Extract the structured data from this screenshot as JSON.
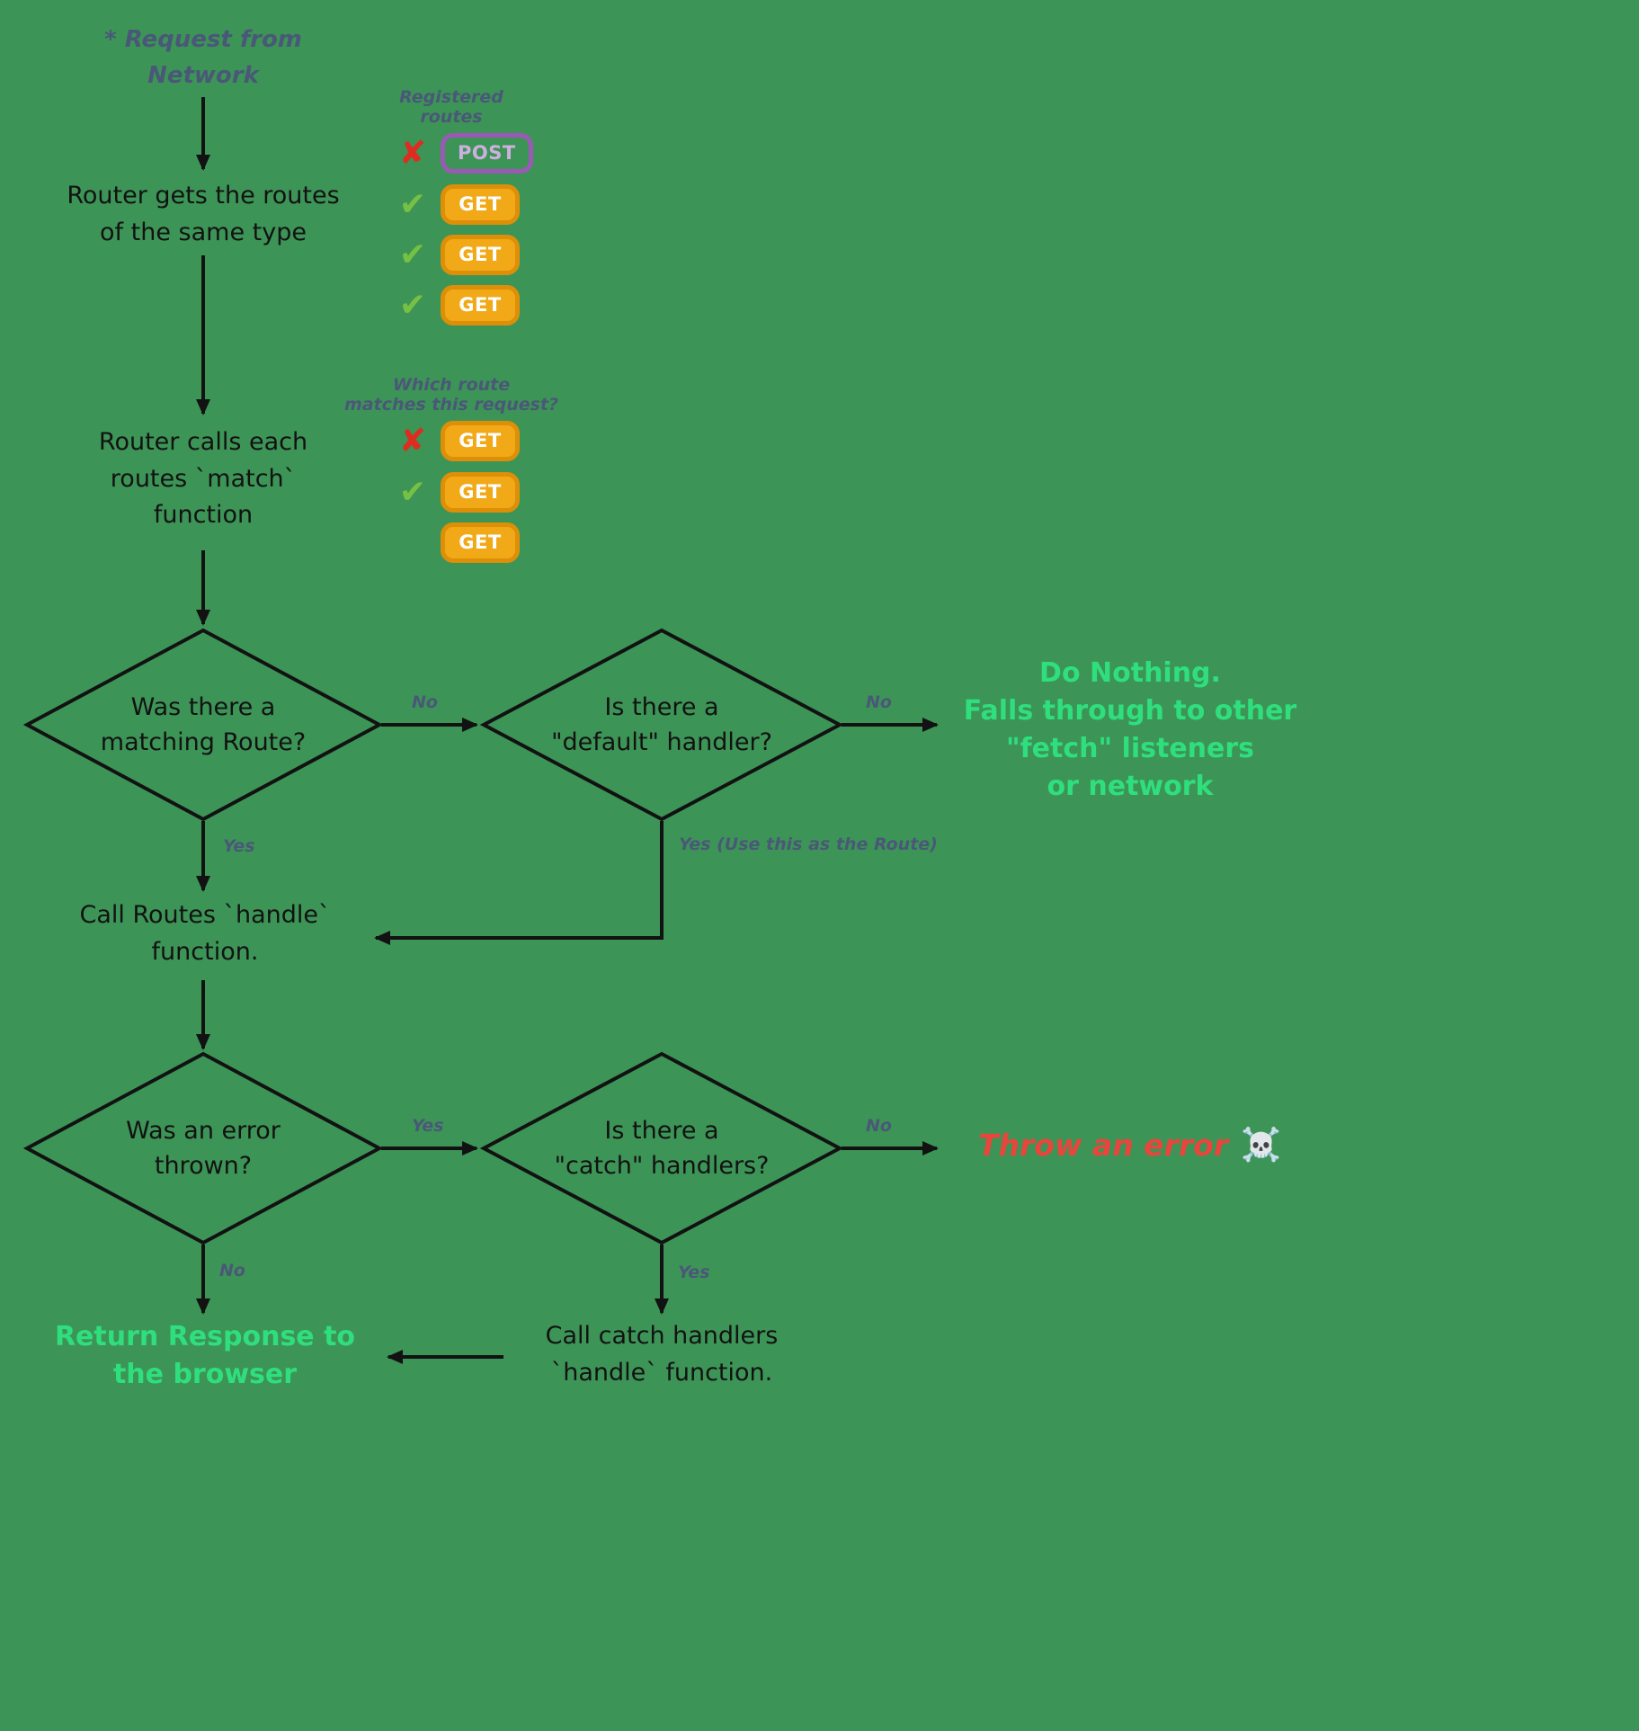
{
  "diagram": {
    "request_from_network": "* Request from\nNetwork",
    "router_gets_routes": "Router gets the routes\nof the same type",
    "registered_routes_label": "Registered\nroutes",
    "router_calls_match": "Router calls each\nroutes `match`\nfunction",
    "which_route_label": "Which route\nmatches this request?",
    "was_matching_route": "Was there a\nmatching Route?",
    "is_default_handler": "Is there a\n\"default\" handler?",
    "do_nothing": "Do Nothing.\nFalls through to other\n\"fetch\" listeners\nor network",
    "call_routes_handle": "Call Routes `handle`\nfunction.",
    "was_error_thrown": "Was an error\nthrown?",
    "is_catch_handler": "Is there a\n\"catch\" handlers?",
    "throw_error": "Throw an error",
    "skull_icon": "☠️",
    "return_response": "Return Response to\nthe browser",
    "call_catch_handlers": "Call catch handlers\n`handle` function.",
    "edge_labels": {
      "no_match": "No",
      "no_default": "No",
      "yes_match": "Yes",
      "yes_use_route": "Yes (Use this as the Route)",
      "yes_error": "Yes",
      "no_catch": "No",
      "no_error": "No",
      "yes_catch": "Yes"
    },
    "registered_routes": [
      {
        "mark": "✘",
        "method": "POST"
      },
      {
        "mark": "✔",
        "method": "GET"
      },
      {
        "mark": "✔",
        "method": "GET"
      },
      {
        "mark": "✔",
        "method": "GET"
      }
    ],
    "match_routes": [
      {
        "mark": "✘",
        "method": "GET"
      },
      {
        "mark": "✔",
        "method": "GET"
      },
      {
        "mark": "",
        "method": "GET"
      }
    ],
    "colors": {
      "background": "#3d9457",
      "success_text": "#2fdf7d",
      "error_text": "#e8453c",
      "badge_get_fill": "#f2a918",
      "badge_get_border": "#dd8f07",
      "badge_post_border": "#9b59b6",
      "note_text": "#4a5878",
      "check_mark": "#76c043",
      "x_mark": "#dd2c20"
    }
  }
}
